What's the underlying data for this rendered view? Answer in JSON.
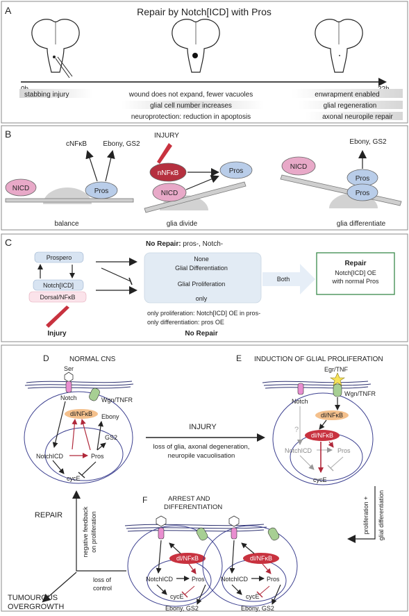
{
  "panel_a": {
    "letter": "A",
    "title": "Repair by Notch[ICD] with Pros",
    "t_start": "0h",
    "t_end": "22h",
    "labels": {
      "stab": "stabbing injury",
      "wound": "wound does not expand, fewer vacuoles",
      "glia_number": "glial cell number increases",
      "neuroprotection": "neuroprotection: reduction in apoptosis",
      "enwrap": "enwrapment enabled",
      "glial_regen": "glial regeneration",
      "axonal": "axonal neuropile repair"
    }
  },
  "panel_b": {
    "letter": "B",
    "nicd": "NICD",
    "pros": "Pros",
    "cnfkb": "cNFκB",
    "ebony_gs2": "Ebony, GS2",
    "injury": "INJURY",
    "nnfkb": "nNFκB",
    "balance": "balance",
    "glia_divide": "glia divide",
    "glia_differentiate": "glia differentiate"
  },
  "panel_c": {
    "letter": "C",
    "no_repair_top": "No Repair:",
    "no_repair_top_detail": " pros-, Notch-",
    "none": "None",
    "glial_diff": "Glial Differentiation",
    "glial_prolif": "Glial Proliferation",
    "only": "only",
    "both": "Both",
    "prospero": "Prospero",
    "notch_icd": "Notch[ICD]",
    "dorsal": "Dorsal/NFκB",
    "injury": "Injury",
    "repair_title": "Repair",
    "repair_l1": "Notch[ICD] OE",
    "repair_l2": "with normal Pros",
    "only_prolif": "only proliferation: Notch[ICD] OE in pros-",
    "only_diff": "only differentiation: pros OE",
    "no_repair_bottom": "No Repair"
  },
  "panel_d": {
    "letter": "D",
    "title": "NORMAL CNS",
    "ser": "Ser",
    "notch": "Notch",
    "wgn": "Wgn/TNFR",
    "dl": "dl/NFκB",
    "ebony": "Ebony",
    "gs2": "GS2",
    "notchicd": "NotchICD",
    "pros": "Pros",
    "cyce": "cycE"
  },
  "panel_e": {
    "letter": "E",
    "title": "INDUCTION OF GLIAL PROLIFERATION",
    "egr": "Egr/TNF",
    "wgn": "Wgn/TNFR",
    "notch": "Notch",
    "dl": "dl/NFκB",
    "q": "?",
    "notchicd": "NotchICD",
    "pros": "Pros",
    "cyce": "cycE"
  },
  "panel_f": {
    "letter": "F",
    "title_l1": "ARREST AND",
    "title_l2": "DIFFERENTIATION",
    "dl": "dl/NFκB",
    "notchicd": "NotchICD",
    "pros": "Pros",
    "cyce": "cycE",
    "ebony_gs2": "Ebony, GS2"
  },
  "flow": {
    "injury": "INJURY",
    "injury_desc1": "loss of glia, axonal degeneration,",
    "injury_desc2": "neuropile vacuolisation",
    "repair": "REPAIR",
    "neg_fb_l1": "negative feedback",
    "neg_fb_l2": "on proliferation",
    "prolif_l1": "proliferation +",
    "prolif_l2": "glial differentiation",
    "loss_l1": "loss of",
    "loss_l2": "control",
    "tumour_l1": "TUMOUROUS",
    "tumour_l2": "OVERGROWTH"
  },
  "colors": {
    "nicd_pink": "#e8a9c8",
    "pros_blue": "#b9cde9",
    "nfkb_red": "#c8323f",
    "dl_orange": "#f4c08c",
    "notch_pink": "#e98ed0",
    "wgn_green": "#a7cf93",
    "membrane_navy": "#2b2f6e",
    "cell_outline": "#3b3f8f",
    "repair_green": "#3a8a4a"
  }
}
